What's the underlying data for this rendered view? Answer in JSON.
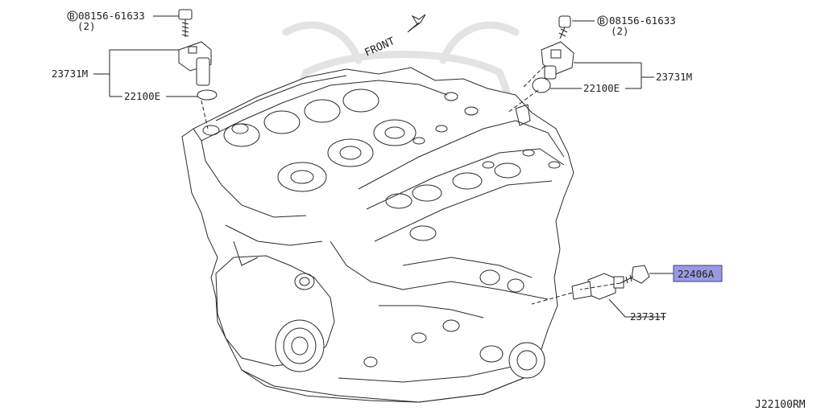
{
  "labels": {
    "bolt_left_part": "08156-61633",
    "bolt_left_qty": "(2)",
    "bolt_left_symbol": "B",
    "bolt_right_part": "08156-61633",
    "bolt_right_qty": "(2)",
    "bolt_right_symbol": "B",
    "sensor_left": "23731M",
    "oring_left": "22100E",
    "sensor_right": "23731M",
    "oring_right": "22100E",
    "bolt_bottom": "22406A",
    "sensor_bottom": "23731T",
    "front": "FRONT"
  },
  "diagram_code": "J22100RM",
  "colors": {
    "highlight_fill": "#9a9ade",
    "highlight_stroke": "#3b3b9a",
    "line": "#222222",
    "watermark": "#e3e3e3"
  }
}
